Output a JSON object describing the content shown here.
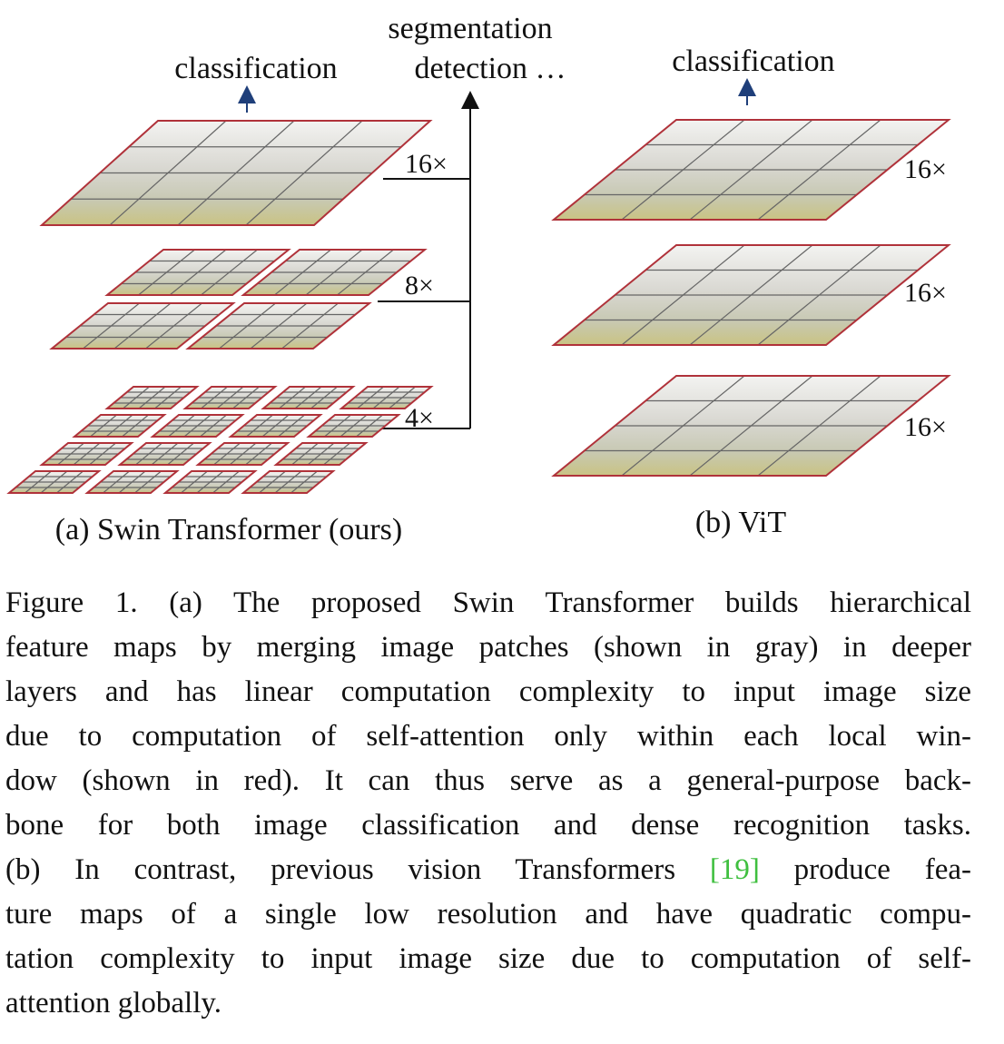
{
  "figure": {
    "panel_a": {
      "top_label": "classification",
      "side_label_line1": "segmentation",
      "side_label_line2": "detection …",
      "scales": [
        "16×",
        "8×",
        "4×"
      ],
      "subcaption": "(a) Swin Transformer (ours)"
    },
    "panel_b": {
      "top_label": "classification",
      "scales": [
        "16×",
        "16×",
        "16×"
      ],
      "subcaption": "(b) ViT"
    },
    "colors": {
      "outline": "#b0323a",
      "grid": "#666666",
      "arrow": "#1f3f7a",
      "citation": "#3fbf3f"
    }
  },
  "caption": {
    "lines": [
      "Figure 1. (a) The proposed Swin Transformer builds hierarchical",
      "feature maps by merging image patches (shown in gray) in deeper",
      "layers and has linear computation complexity to input image size",
      "due to computation of self-attention only within each local win-",
      "dow (shown in red). It can thus serve as a general-purpose back-",
      "bone for both image classification and dense recognition tasks.",
      "(b) In contrast, previous vision Transformers ",
      "maps of a single low resolution and have quadratic compu-",
      "tation complexity to input image size due to computation of self-",
      "attention globally."
    ],
    "line7_citation": "[19]",
    "line7_after": " produce fea-",
    "line8_prefix": "ture "
  }
}
